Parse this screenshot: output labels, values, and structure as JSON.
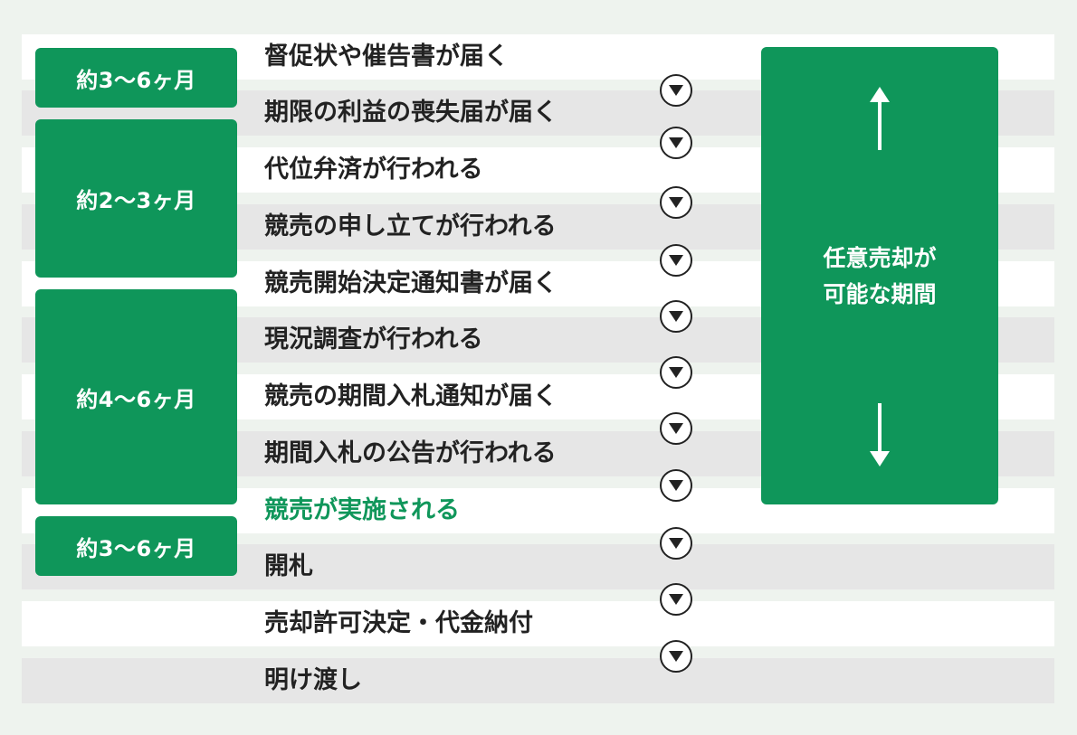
{
  "periods": [
    {
      "label": "約3〜6ヶ月"
    },
    {
      "label": "約2〜3ヶ月"
    },
    {
      "label": "約4〜6ヶ月"
    },
    {
      "label": "約3〜6ヶ月"
    }
  ],
  "steps": [
    {
      "label": "督促状や催告書が届く"
    },
    {
      "label": "期限の利益の喪失届が届く"
    },
    {
      "label": "代位弁済が行われる"
    },
    {
      "label": "競売の申し立てが行われる"
    },
    {
      "label": "競売開始決定通知書が届く"
    },
    {
      "label": "現況調査が行われる"
    },
    {
      "label": "競売の期間入札通知が届く"
    },
    {
      "label": "期間入札の公告が行われる"
    },
    {
      "label": "競売が実施される"
    },
    {
      "label": "開札"
    },
    {
      "label": "売却許可決定・代金納付"
    },
    {
      "label": "明け渡し"
    }
  ],
  "sale_period": {
    "line1": "任意売却が",
    "line2": "可能な期間"
  },
  "icons": {
    "step_arrow": "down-triangle-circle-icon",
    "period_up": "arrow-up-icon",
    "period_down": "arrow-down-icon"
  },
  "colors": {
    "accent_green": "#0f965a",
    "text_dark": "#222222",
    "stripe_gray": "#e6e6e6",
    "stripe_white": "#ffffff",
    "page_bg": "#eef3ee"
  }
}
